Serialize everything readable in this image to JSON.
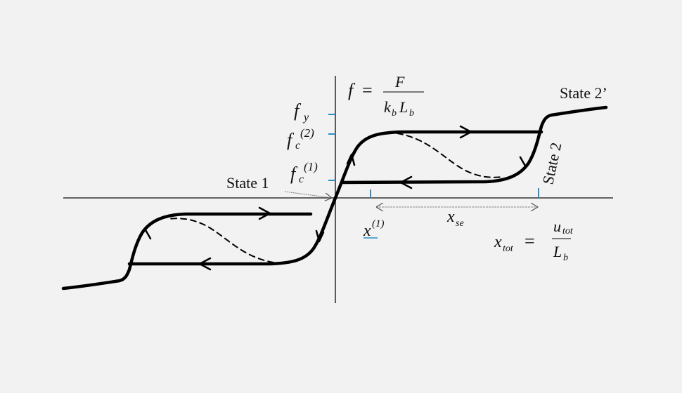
{
  "labels": {
    "state_1": "State 1",
    "state_2": "State 2",
    "state_2_prime": "State 2’",
    "f_symbol": "f",
    "equals": "=",
    "F": "F",
    "k": "k",
    "b": "b",
    "L": "L",
    "f_y_base": "f",
    "f_y_sub": "y",
    "fc_base": "f",
    "fc_sub": "c",
    "fc2_sup": "(2)",
    "fc1_sup": "(1)",
    "x1_base": "x",
    "x1_sup": "(1)",
    "xse_base": "x",
    "xse_sub": "se",
    "xtot_base": "x",
    "xtot_sub": "tot",
    "u": "u",
    "tot": "tot"
  },
  "colors": {
    "curve": "#000000",
    "axis": "#333333",
    "tick": "#2a8fc4"
  }
}
